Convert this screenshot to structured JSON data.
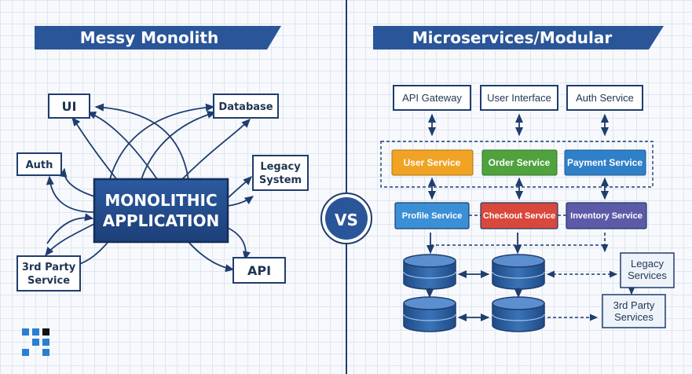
{
  "left": {
    "title": "Messy Monolith",
    "core_line1": "MONOLITHIC",
    "core_line2": "APPLICATION",
    "nodes": {
      "ui": "UI",
      "database": "Database",
      "auth": "Auth",
      "legacy_line1": "Legacy",
      "legacy_line2": "System",
      "third_party_line1": "3rd Party",
      "third_party_line2": "Service",
      "api": "API"
    }
  },
  "vs_label": "VS",
  "right": {
    "title": "Microservices/Modular",
    "top_row": [
      "API Gateway",
      "User Interface",
      "Auth Service"
    ],
    "services_row": [
      "User Service",
      "Order Service",
      "Payment Service"
    ],
    "services_colors": [
      "#f0a324",
      "#4fa23e",
      "#2f80c8"
    ],
    "domain_row": [
      "Profile Service",
      "Checkout Service",
      "Inventory Service"
    ],
    "domain_colors": [
      "#3b8fd6",
      "#d9483b",
      "#5d5aa8"
    ],
    "legacy_line1": "Legacy",
    "legacy_line2": "Services",
    "third_party_line1": "3rd Party",
    "third_party_line2": "Services"
  },
  "colors": {
    "banner": "#2a5599",
    "navy": "#1f3d6e",
    "database": "#2f5fa0"
  },
  "icons": [
    "logo-icon",
    "database-icon",
    "arrow-icon"
  ]
}
